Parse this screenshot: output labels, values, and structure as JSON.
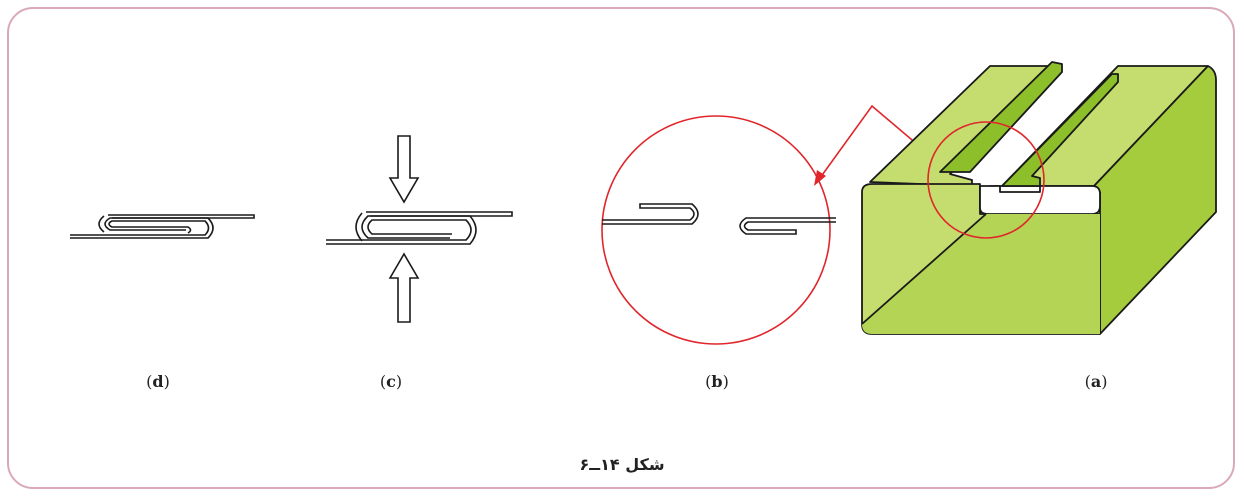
{
  "labels": {
    "d": {
      "open": "(",
      "letter": "d",
      "close": ")"
    },
    "c": {
      "open": "(",
      "letter": "c",
      "close": ")"
    },
    "b": {
      "open": "(",
      "letter": "b",
      "close": ")"
    },
    "a": {
      "open": "(",
      "letter": "a",
      "close": ")"
    }
  },
  "caption": "شکل ۱۴ــ۶",
  "colors": {
    "frame": "#d9a9bb",
    "detail_circle": "#e0262b",
    "box_front": "#c5dd6f",
    "box_side": "#a4cc3d",
    "box_dark": "#8cbf2a",
    "outline": "#1a1a1a"
  }
}
